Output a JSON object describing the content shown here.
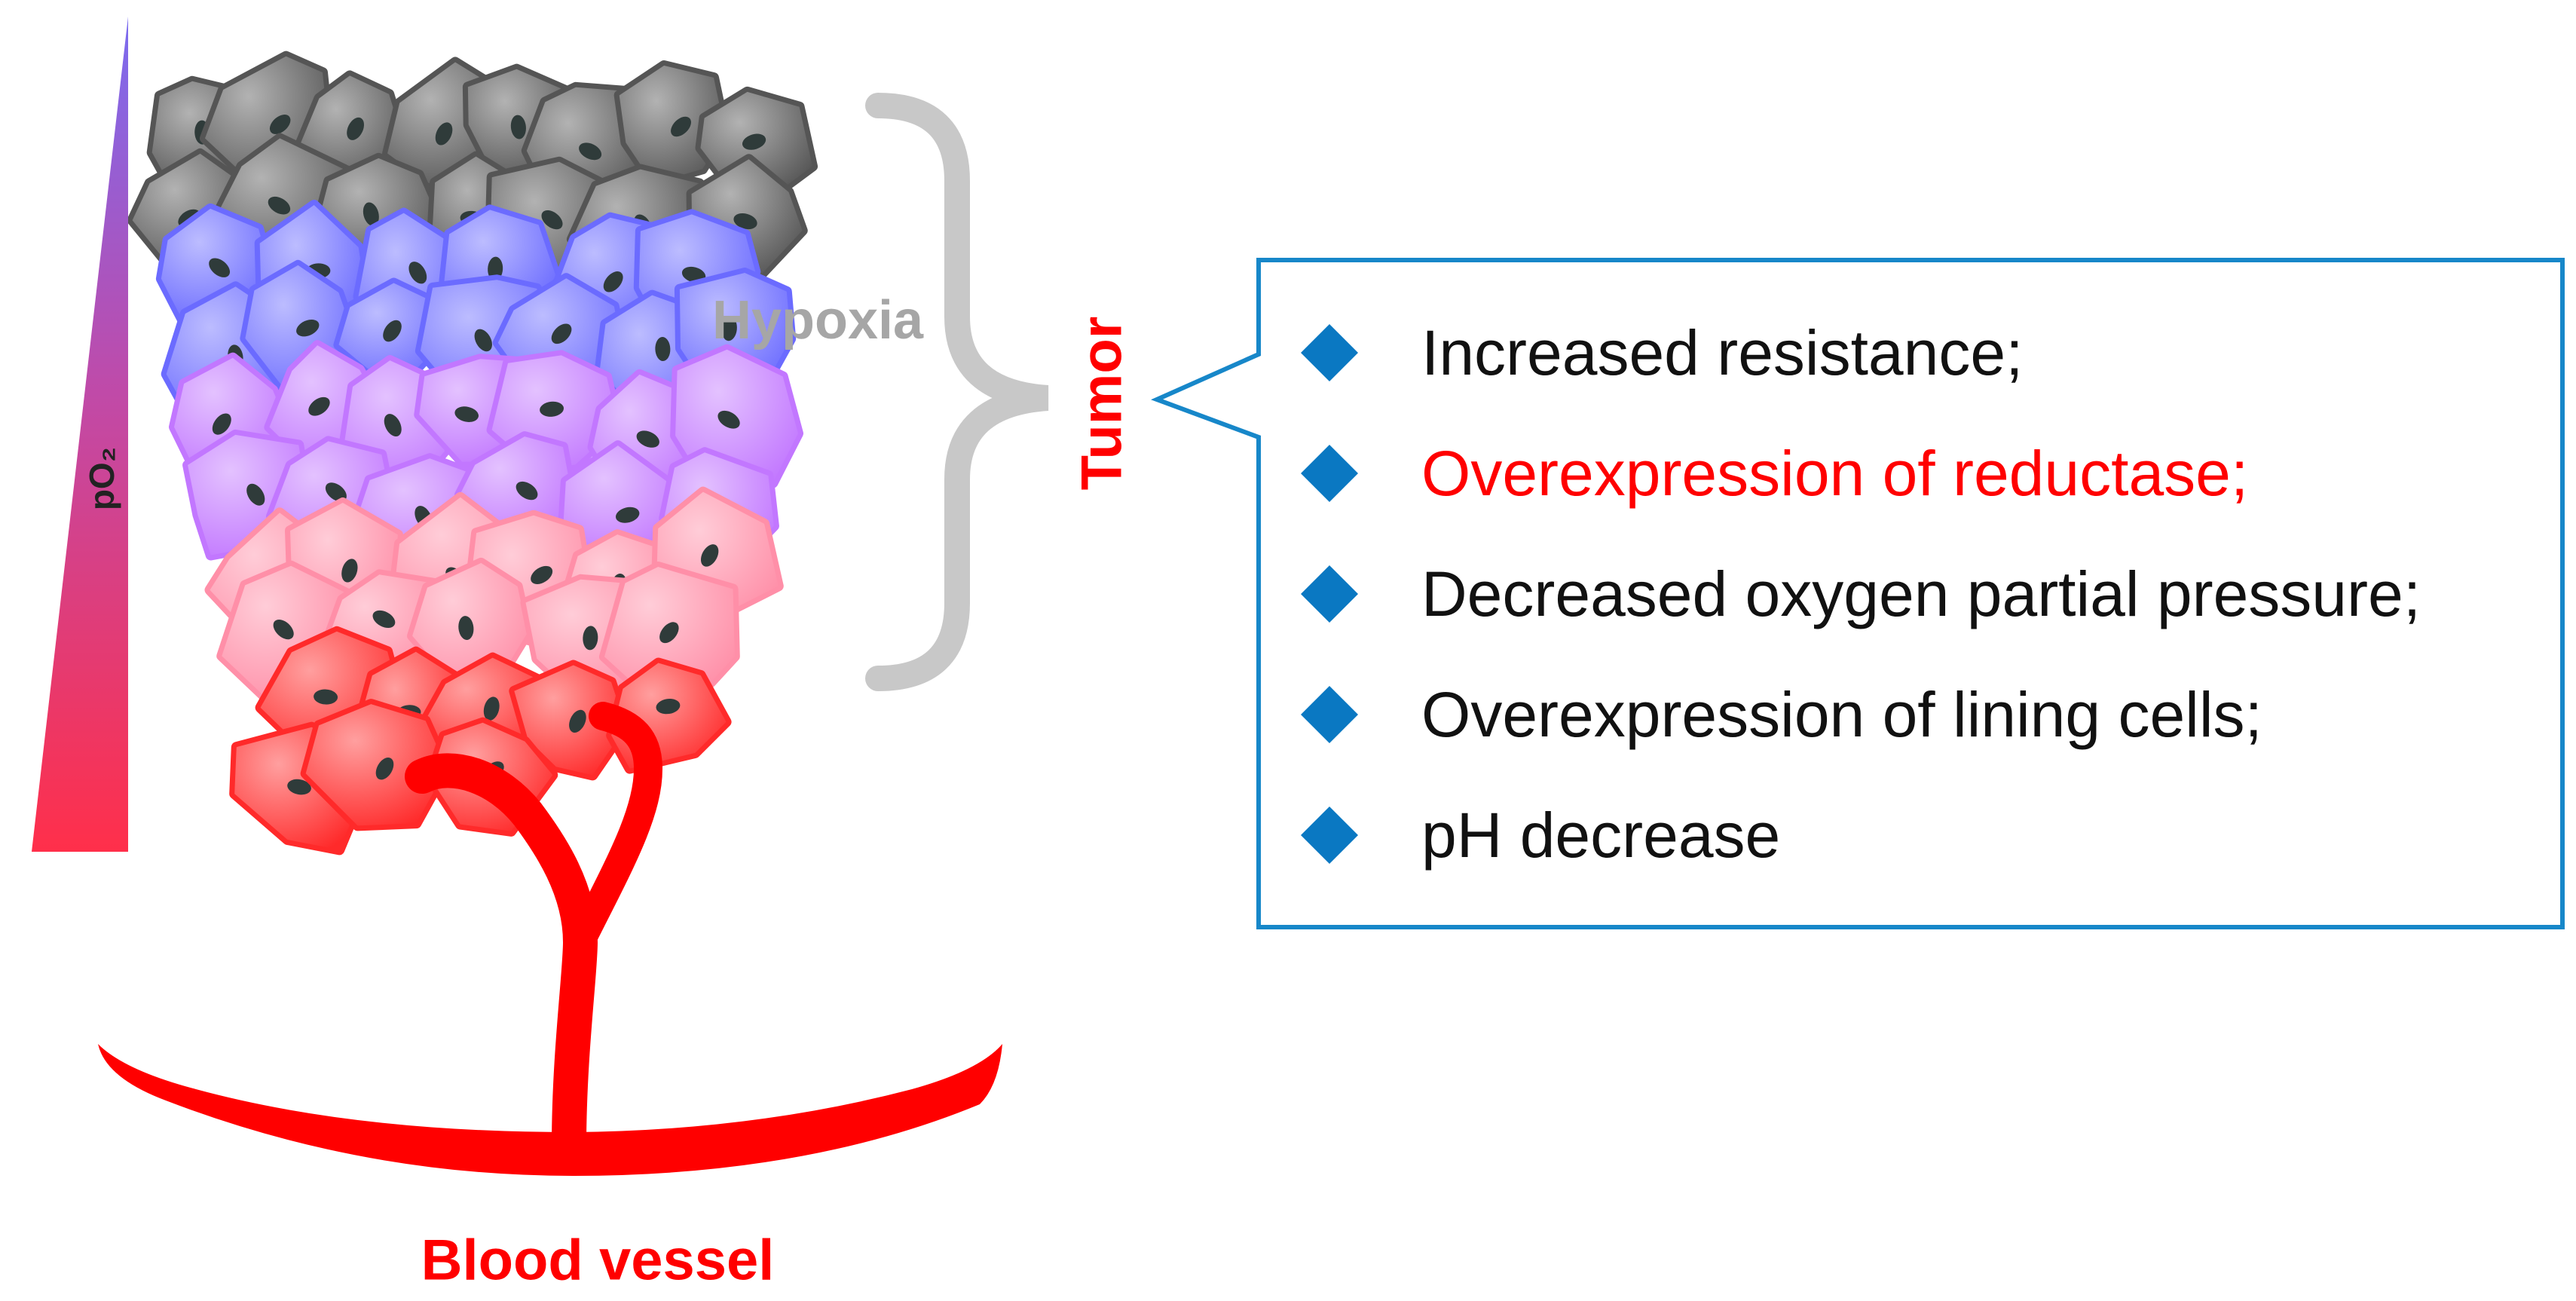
{
  "labels": {
    "po2": "pO₂",
    "hypoxia": "Hypoxia",
    "tumor": "Tumor",
    "blood_vessel": "Blood vessel"
  },
  "callout": {
    "items": [
      "Increased resistance;",
      "Overexpression of reductase;",
      "Decreased oxygen partial pressure;",
      "Overexpression of lining cells;",
      "pH decrease"
    ]
  },
  "colors": {
    "bullet": "#0a78c2",
    "callout_border": "#1787c9",
    "highlight_text": "#ff0000",
    "blood_vessel": "#ff0000",
    "brace": "#c8c8c8",
    "hypoxic_cells": "#555555",
    "low_o2_cells": "#6b6bff",
    "mid_o2_cells": "#c277ff",
    "high_o2_cells": "#ff8fa8",
    "vessel_cells": "#ff2a2a"
  }
}
